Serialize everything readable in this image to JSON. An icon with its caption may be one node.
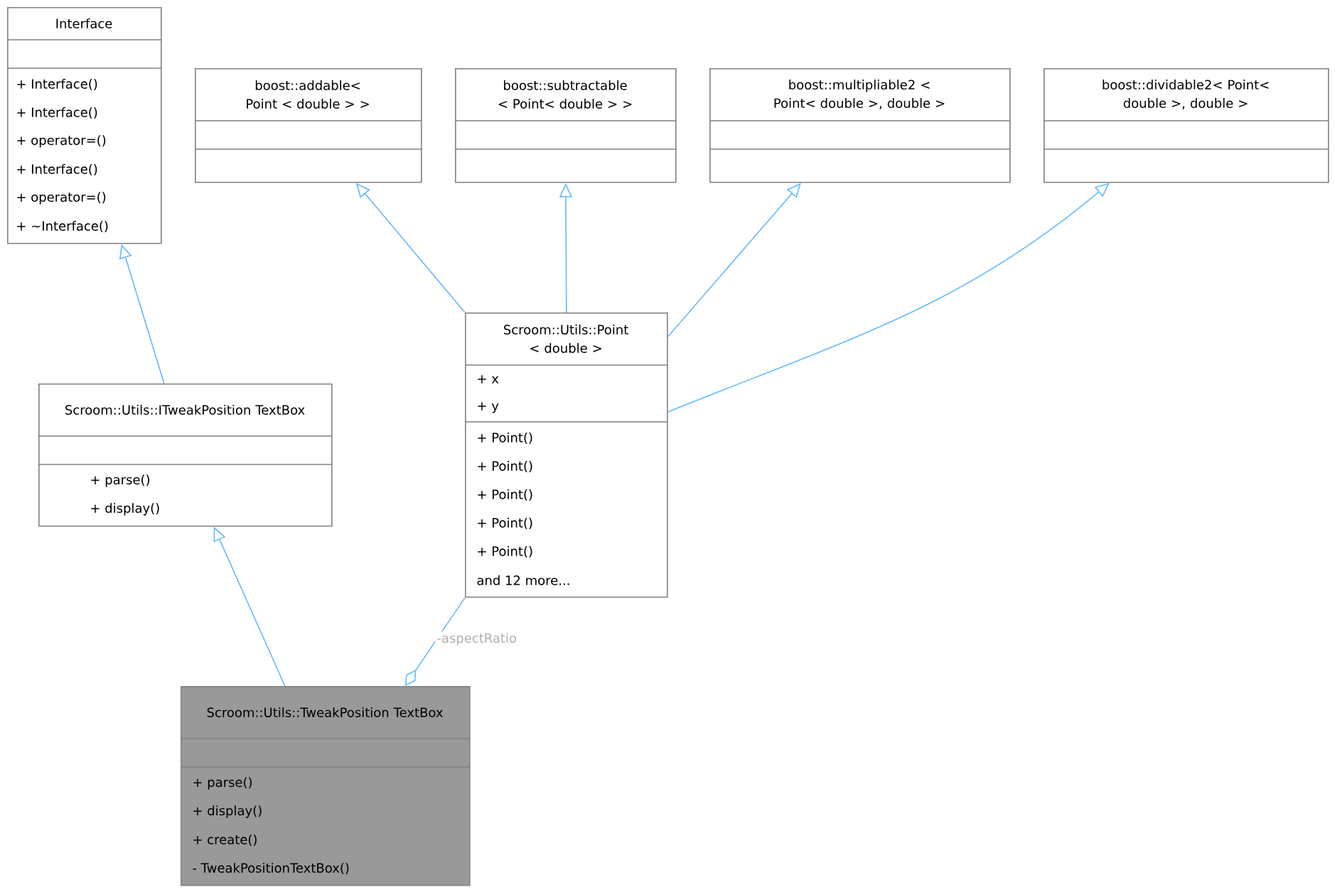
{
  "diagram": {
    "nodes": [
      {
        "text": [
          "Interface",
          "+ Interface()",
          "+ Interface()",
          "+ operator=()",
          "+ Interface()",
          "+ operator=()",
          "+ ~Interface()"
        ]
      },
      {
        "text": [
          "boost::addable< Point < double > >"
        ]
      },
      {
        "text": [
          "boost::subtractable < Point< double > >"
        ]
      },
      {
        "text": [
          "boost::multipliable2 < Point< double >, double >"
        ]
      },
      {
        "text": [
          "boost::dividable2< Point< double >, double >"
        ]
      },
      {
        "text": [
          "Scroom::Utils::ITweakPosition TextBox",
          "+ parse()",
          "+ display()"
        ]
      },
      {
        "text": [
          "Scroom::Utils::Point < double >",
          "+ x",
          "+ y",
          "+ Point()",
          "+ Point()",
          "+ Point()",
          "+ Point()",
          "+ Point()",
          "and 12 more..."
        ]
      },
      {
        "text": [
          "Scroom::Utils::TweakPosition TextBox",
          "+ parse()",
          "+ display()",
          "+ create()",
          "- TweakPositionTextBox()"
        ]
      }
    ],
    "edges": [
      {
        "from": 5,
        "to": 0,
        "arrow": "to"
      },
      {
        "from": 6,
        "to": 1,
        "arrow": "to"
      },
      {
        "from": 6,
        "to": 2,
        "arrow": "to"
      },
      {
        "from": 6,
        "to": 3,
        "arrow": "to"
      },
      {
        "from": 6,
        "to": 4,
        "arrow": "to"
      },
      {
        "from": 7,
        "to": 5,
        "arrow": "to"
      },
      {
        "from": 6,
        "to": 7,
        "arrow": "other",
        "label": "-aspectRatio"
      }
    ]
  }
}
